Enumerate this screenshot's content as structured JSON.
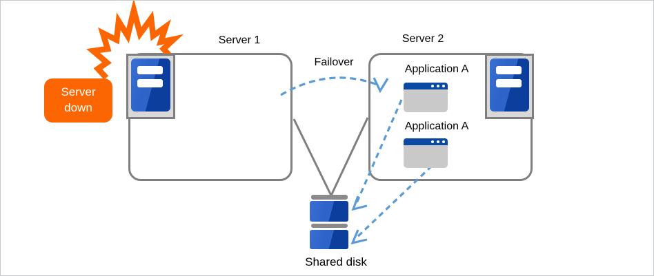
{
  "diagram": {
    "type": "failover-cluster-diagram",
    "nodes": {
      "server1": {
        "label": "Server 1"
      },
      "server2": {
        "label": "Server 2"
      },
      "applications": [
        {
          "label": "Application A"
        },
        {
          "label": "Application A"
        }
      ],
      "shared_disk": {
        "label": "Shared disk"
      },
      "callout": {
        "line1": "Server",
        "line2": "down"
      }
    },
    "edges": {
      "failover": {
        "label": "Failover",
        "style": "dashed-arc-arrow"
      },
      "server1_to_disk": {
        "style": "solid-gray-line"
      },
      "server2_to_disk": {
        "style": "solid-gray-line"
      },
      "app1_to_disk": {
        "style": "dashed-blue-arrow"
      },
      "app2_to_disk": {
        "style": "dashed-blue-arrow"
      }
    },
    "icons": {
      "server_tower": "blue tower with two white slots on light gray plate",
      "application_window": "gray window with blue title bar and three dots",
      "shared_disk_stack": "two blue disk slabs with gray caps",
      "explosion": "orange jagged burst"
    },
    "colors": {
      "accent_orange": "#fb6502",
      "arrow_blue": "#5b9bd5",
      "line_gray": "#7f7f7f",
      "server_blue_dark": "#0b3e9d",
      "server_blue_light": "#2e63c9",
      "plate_gray": "#d9d9d9",
      "app_body_gray": "#c9c9c9",
      "app_titlebar_blue": "#0a4aa3",
      "disk_cap_gray": "#8a8a8a",
      "callout_text": "#ffffff",
      "label_text": "#000000"
    }
  }
}
